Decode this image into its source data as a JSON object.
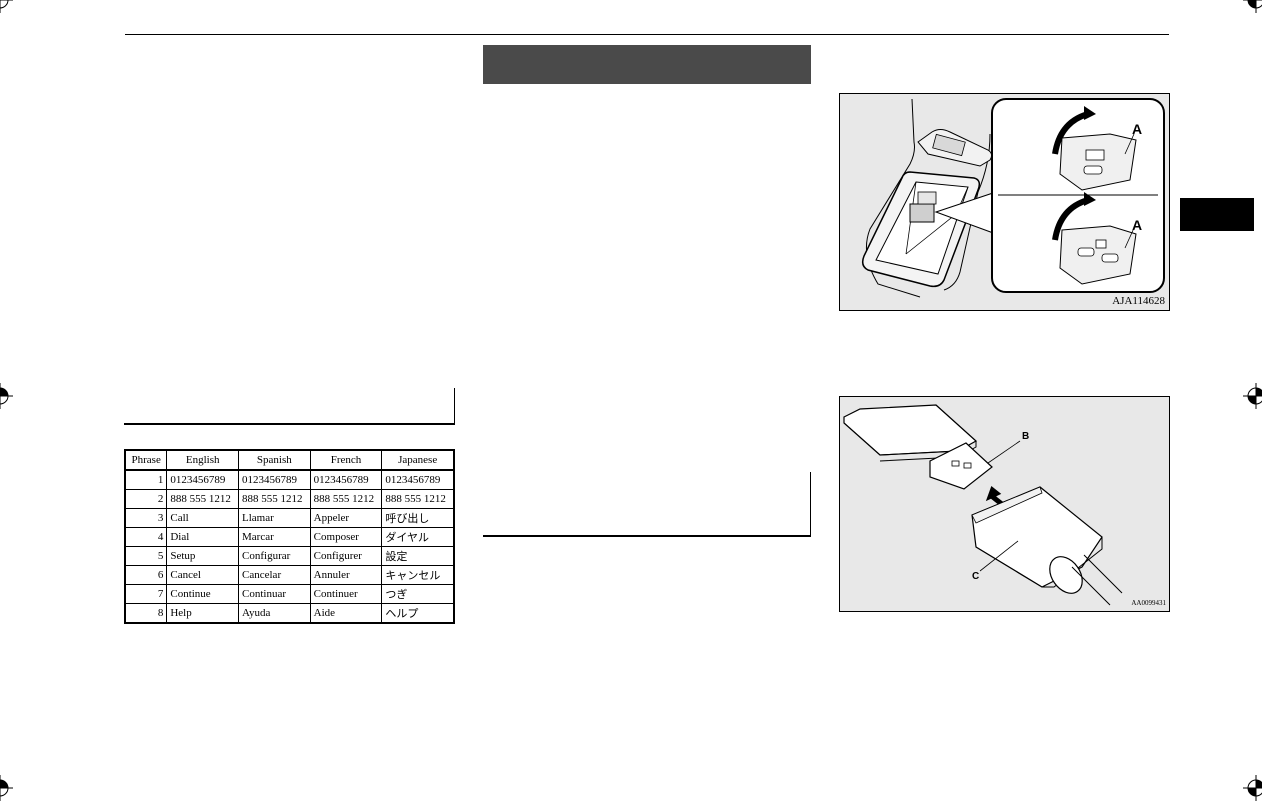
{
  "table": {
    "headers": [
      "Phrase",
      "English",
      "Spanish",
      "French",
      "Japanese"
    ],
    "rows": [
      {
        "num": "1",
        "english": "0123456789",
        "spanish": "0123456789",
        "french": "0123456789",
        "japanese": "0123456789"
      },
      {
        "num": "2",
        "english": "888 555 1212",
        "spanish": "888 555 1212",
        "french": "888 555 1212",
        "japanese": "888 555 1212"
      },
      {
        "num": "3",
        "english": "Call",
        "spanish": "Llamar",
        "french": "Appeler",
        "japanese": "呼び出し"
      },
      {
        "num": "4",
        "english": "Dial",
        "spanish": "Marcar",
        "french": "Composer",
        "japanese": "ダイヤル"
      },
      {
        "num": "5",
        "english": "Setup",
        "spanish": "Configurar",
        "french": "Configurer",
        "japanese": "設定"
      },
      {
        "num": "6",
        "english": "Cancel",
        "spanish": "Cancelar",
        "french": "Annuler",
        "japanese": "キャンセル"
      },
      {
        "num": "7",
        "english": "Continue",
        "spanish": "Continuar",
        "french": "Continuer",
        "japanese": "つぎ"
      },
      {
        "num": "8",
        "english": "Help",
        "spanish": "Ayuda",
        "french": "Aide",
        "japanese": "ヘルプ"
      }
    ]
  },
  "figure1": {
    "code": "AJA114628",
    "callout_top": "A",
    "callout_bottom": "A"
  },
  "figure2": {
    "code": "AA0099431",
    "callout_b": "B",
    "callout_c": "C"
  },
  "colors": {
    "section_bar": "#4a4a4a",
    "figure_bg": "#e8e8e8",
    "side_tab": "#000000"
  }
}
